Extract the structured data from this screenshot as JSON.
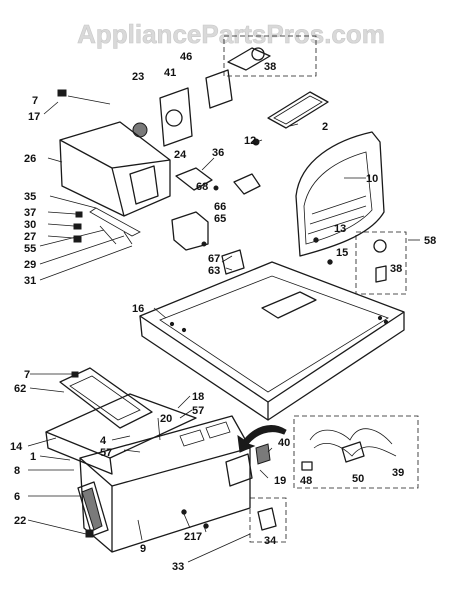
{
  "watermark": "AppliancePartsPros.com",
  "callouts": [
    {
      "id": "46",
      "label": "46"
    },
    {
      "id": "38a",
      "label": "38"
    },
    {
      "id": "41",
      "label": "41"
    },
    {
      "id": "23",
      "label": "23"
    },
    {
      "id": "7a",
      "label": "7"
    },
    {
      "id": "17",
      "label": "17"
    },
    {
      "id": "2",
      "label": "2"
    },
    {
      "id": "12",
      "label": "12"
    },
    {
      "id": "36",
      "label": "36"
    },
    {
      "id": "24",
      "label": "24"
    },
    {
      "id": "26",
      "label": "26"
    },
    {
      "id": "10",
      "label": "10"
    },
    {
      "id": "68",
      "label": "68"
    },
    {
      "id": "66",
      "label": "66"
    },
    {
      "id": "65",
      "label": "65"
    },
    {
      "id": "35",
      "label": "35"
    },
    {
      "id": "37",
      "label": "37"
    },
    {
      "id": "30",
      "label": "30"
    },
    {
      "id": "27",
      "label": "27"
    },
    {
      "id": "13",
      "label": "13"
    },
    {
      "id": "15",
      "label": "15"
    },
    {
      "id": "58",
      "label": "58"
    },
    {
      "id": "38b",
      "label": "38"
    },
    {
      "id": "67",
      "label": "67"
    },
    {
      "id": "63",
      "label": "63"
    },
    {
      "id": "55",
      "label": "55"
    },
    {
      "id": "29",
      "label": "29"
    },
    {
      "id": "31",
      "label": "31"
    },
    {
      "id": "16",
      "label": "16"
    },
    {
      "id": "7b",
      "label": "7"
    },
    {
      "id": "62",
      "label": "62"
    },
    {
      "id": "18",
      "label": "18"
    },
    {
      "id": "57a",
      "label": "57"
    },
    {
      "id": "20",
      "label": "20"
    },
    {
      "id": "4",
      "label": "4"
    },
    {
      "id": "57b",
      "label": "57"
    },
    {
      "id": "14",
      "label": "14"
    },
    {
      "id": "1",
      "label": "1"
    },
    {
      "id": "8",
      "label": "8"
    },
    {
      "id": "40",
      "label": "40"
    },
    {
      "id": "39",
      "label": "39"
    },
    {
      "id": "19",
      "label": "19"
    },
    {
      "id": "48",
      "label": "48"
    },
    {
      "id": "50",
      "label": "50"
    },
    {
      "id": "6",
      "label": "6"
    },
    {
      "id": "22",
      "label": "22"
    },
    {
      "id": "9",
      "label": "9"
    },
    {
      "id": "21",
      "label": "21"
    },
    {
      "id": "7c",
      "label": "7"
    },
    {
      "id": "33",
      "label": "33"
    },
    {
      "id": "34",
      "label": "34"
    }
  ]
}
